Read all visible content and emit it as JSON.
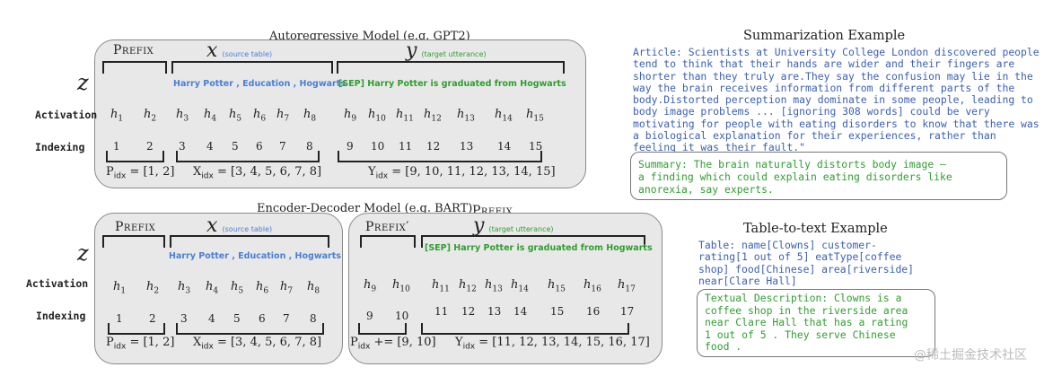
{
  "top": {
    "title": "Autoregressive Model (e.g. GPT2)",
    "z": "z",
    "prefix": "Prefix",
    "x_var": "x",
    "x_note": "(source table)",
    "y_var": "y",
    "y_note": "(target utterance)",
    "source_seq": "Harry  Potter  ,  Education  ,  Hogwarts",
    "target_seq": "[SEP]  Harry Potter  is  graduated  from  Hogwarts",
    "activation_label": "Activation",
    "indexing_label": "Indexing",
    "indices": [
      "1",
      "2",
      "3",
      "4",
      "5",
      "6",
      "7",
      "8",
      "9",
      "10",
      "11",
      "12",
      "13",
      "14",
      "15"
    ],
    "p_idx_val": "= [1, 2]",
    "x_idx_val": "= [3, 4, 5, 6, 7, 8]",
    "y_idx_val": "= [9, 10, 11, 12, 13, 14, 15]"
  },
  "bottom": {
    "title": "Encoder-Decoder Model (e.g. BART)",
    "prefix_label": "Prefix",
    "z": "z",
    "prefix": "Prefix",
    "prefix2": "Prefix′",
    "x_var": "x",
    "x_note": "(source table)",
    "y_var": "y",
    "y_note": "(target utterance)",
    "source_seq": "Harry  Potter  , Education  ,  Hogwarts",
    "target_seq": "[SEP]  Harry Potter  is graduated  from  Hogwarts",
    "activation_label": "Activation",
    "indexing_label": "Indexing",
    "enc_indices": [
      "1",
      "2",
      "3",
      "4",
      "5",
      "6",
      "7",
      "8"
    ],
    "dec_indices": [
      "9",
      "10",
      "11",
      "12",
      "13",
      "14",
      "15",
      "16",
      "17"
    ],
    "p_idx_val": "= [1, 2]",
    "x_idx_val": "= [3, 4, 5, 6, 7, 8]",
    "p2_idx_val": "+= [9, 10]",
    "y_idx_val": "= [11, 12, 13, 14, 15, 16, 17]"
  },
  "summarization": {
    "heading": "Summarization Example",
    "article_lines": [
      "Article: Scientists at University College London discovered people",
      "tend to think that their hands are wider and their fingers are",
      "shorter than they truly are.They say the confusion may lie in the",
      "way the brain receives information from different parts of the",
      "body.Distorted perception may dominate in some people, leading to",
      "body image problems ... [ignoring 308 words] could be very",
      "motivating for people with eating disorders to know that there was",
      "a biological explanation for their experiences, rather than",
      "feeling it was their fault.\""
    ],
    "summary_lines": [
      "Summary: The brain naturally distorts body image –",
      "a finding which could explain eating disorders like",
      "anorexia, say experts."
    ]
  },
  "table_to_text": {
    "heading": "Table-to-text Example",
    "table_lines": [
      "Table:  name[Clowns] customer-",
      "rating[1 out of 5]  eatType[coffee",
      "shop] food[Chinese] area[riverside]",
      "near[Clare Hall]"
    ],
    "desc_lines": [
      "Textual Description: Clowns is a",
      "coffee shop in the riverside area",
      "near Clare Hall that has a rating",
      "1 out of 5 . They serve Chinese",
      "food ."
    ]
  },
  "watermark": "@稀土掘金技术社区",
  "colors": {
    "source": "#4a7fd6",
    "target": "#2f9e2f",
    "example_text": "#3a5fb5",
    "summary_text": "#2f9e2f"
  }
}
